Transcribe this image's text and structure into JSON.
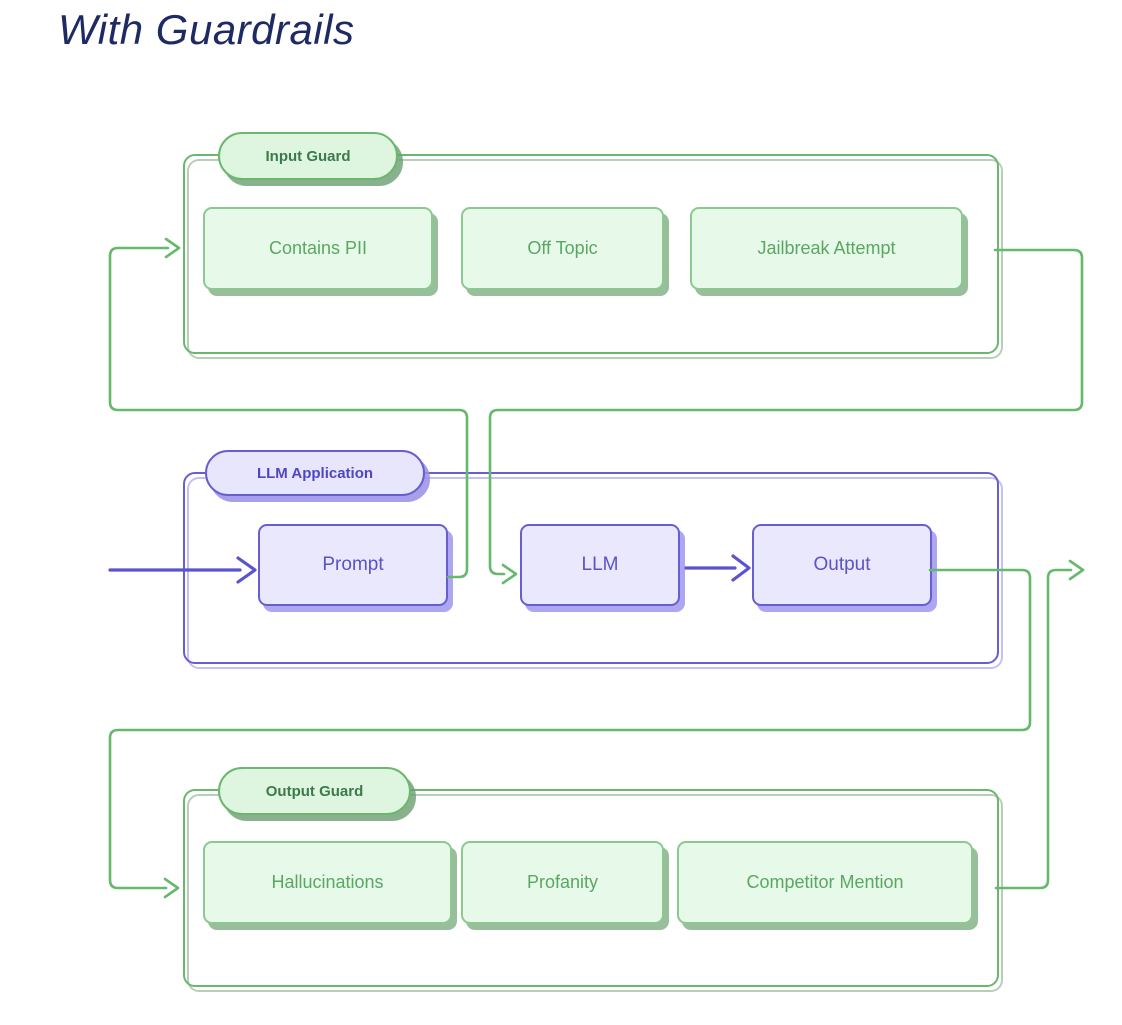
{
  "title": "With Guardrails",
  "colors": {
    "green_line": "#66b86c",
    "green_box_fill": "#e7f9e8",
    "green_box_border": "#8cc98f",
    "green_box_text": "#5aa763",
    "green_pill_fill": "#def5df",
    "green_pill_text": "#3b7a4a",
    "purple_line": "#5b53cf",
    "purple_border": "#675ed2",
    "purple_box_fill": "#e9e8fc",
    "purple_box_text": "#5a52c9",
    "purple_pill_text": "#4f46c4",
    "title_color": "#1e2a64"
  },
  "groups": {
    "input_guard": {
      "label": "Input Guard",
      "checks": [
        "Contains PII",
        "Off Topic",
        "Jailbreak Attempt"
      ]
    },
    "llm_app": {
      "label": "LLM Application",
      "nodes": [
        "Prompt",
        "LLM",
        "Output"
      ]
    },
    "output_guard": {
      "label": "Output Guard",
      "checks": [
        "Hallucinations",
        "Profanity",
        "Competitor Mention"
      ]
    }
  },
  "flow": {
    "edges": [
      "external-input -> Prompt",
      "Prompt -> Input Guard",
      "Input Guard -> LLM",
      "LLM -> Output",
      "Output -> Output Guard",
      "Output Guard -> external-output"
    ]
  }
}
